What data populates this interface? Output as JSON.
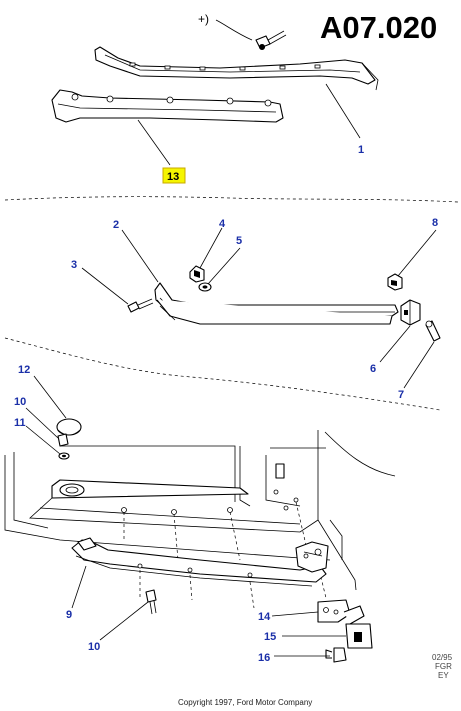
{
  "sheet_code": "A07.020",
  "plus_mark": "+)",
  "date_code": "02/95",
  "region_code": "FGR",
  "market_code": "EY",
  "copyright": "Copyright 1997, Ford Motor Company",
  "callouts": {
    "c1": "1",
    "c2": "2",
    "c3": "3",
    "c4": "4",
    "c5": "5",
    "c6": "6",
    "c7": "7",
    "c8": "8",
    "c9": "9",
    "c10a": "10",
    "c10b": "10",
    "c11": "11",
    "c12": "12",
    "c13": "13",
    "c14": "14",
    "c15": "15",
    "c16": "16"
  },
  "colors": {
    "callout": "#1a2fa8",
    "highlight": "#f5f500",
    "highlight_border": "#c8a800"
  }
}
